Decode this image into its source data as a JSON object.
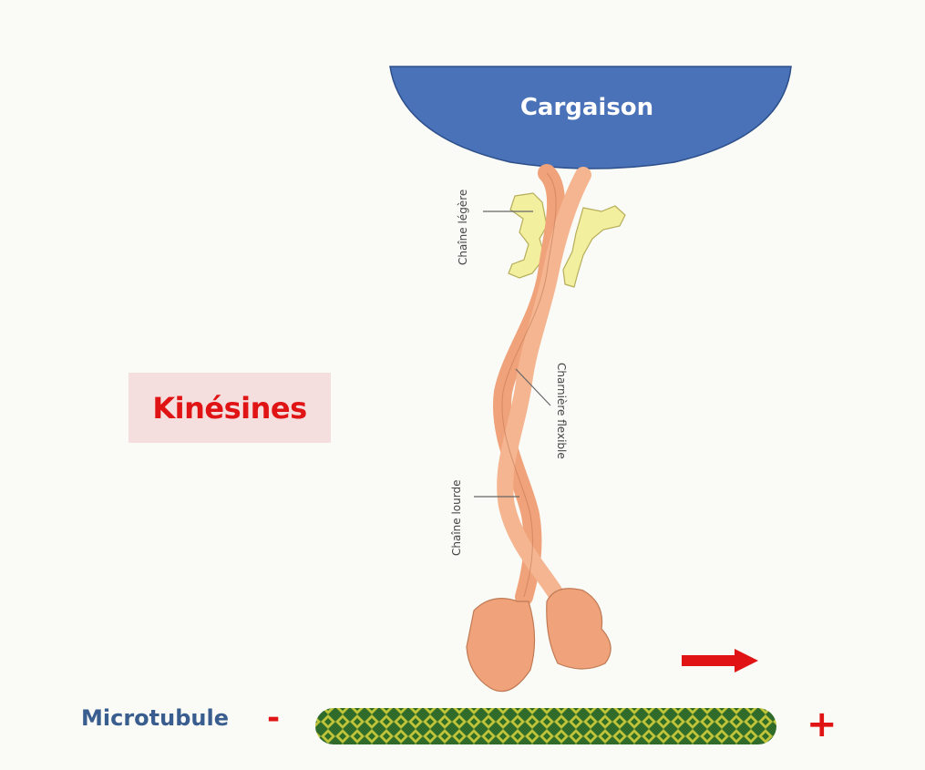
{
  "title": "Kinésines",
  "cargo_label": "Cargaison",
  "light_chain_label": "Chaîne légère",
  "hinge_label": "Charnière flexible",
  "heavy_chain_label": "Chaîne lourde",
  "microtubule_label": "Microtubule",
  "minus_end": "-",
  "plus_end": "+",
  "colors": {
    "cargo": "#4a72b8",
    "heavy_chain": "#f0a27a",
    "light_chain": "#f2ef9e",
    "microtubule_green": "#2f6b2a",
    "microtubule_yellow": "#d9d23a",
    "accent_red": "#e01414",
    "label_blue": "#3a5d8f"
  }
}
